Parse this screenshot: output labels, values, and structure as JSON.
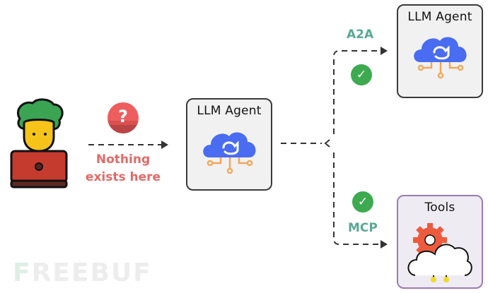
{
  "diagram": {
    "user": {
      "icon": "person-at-laptop-icon"
    },
    "question_badge": {
      "icon": "question-mark-icon",
      "glyph": "?"
    },
    "nothing_label": {
      "line1": "Nothing",
      "line2": "exists here"
    },
    "center_agent": {
      "title": "LLM Agent",
      "icon": "deepseek-cloud-icon"
    },
    "top_agent": {
      "title": "LLM Agent",
      "icon": "deepseek-cloud-icon"
    },
    "tools": {
      "title": "Tools",
      "icon": "gear-cloud-icon"
    },
    "a2a_label": "A2A",
    "mcp_label": "MCP",
    "check_glyph": "✓",
    "watermark": {
      "prefix": "F",
      "text": "REEBUF"
    }
  },
  "colors": {
    "agent_cloud": "#4a6cf0",
    "circuit": "#f2a65a",
    "protocol_label": "#5aa894",
    "check_badge": "#3daa4f",
    "warning_label": "#e16a66",
    "question_badge": "#e8575a",
    "tools_border": "#9a7ab5",
    "tools_bg": "#eeebf3",
    "gear": "#ee5a3e"
  }
}
